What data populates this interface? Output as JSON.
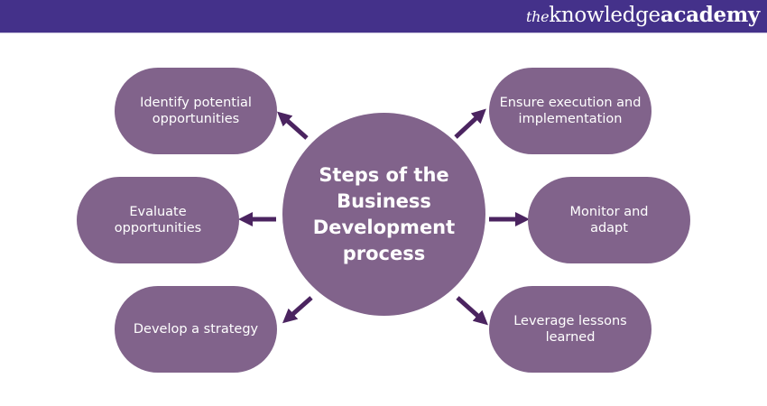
{
  "brand": {
    "logo_prefix": "the",
    "logo_knowledge": "knowledge",
    "logo_academy": "academy",
    "header_color": "#44318a"
  },
  "diagram": {
    "title": "Steps of the Business Development process",
    "node_color": "#81638b",
    "arrow_color": "#4b2460",
    "steps": [
      {
        "label": "Identify potential opportunities"
      },
      {
        "label": "Evaluate opportunities"
      },
      {
        "label": "Develop a strategy"
      },
      {
        "label": "Ensure execution and implementation"
      },
      {
        "label": "Monitor and adapt"
      },
      {
        "label": "Leverage lessons learned"
      }
    ]
  }
}
